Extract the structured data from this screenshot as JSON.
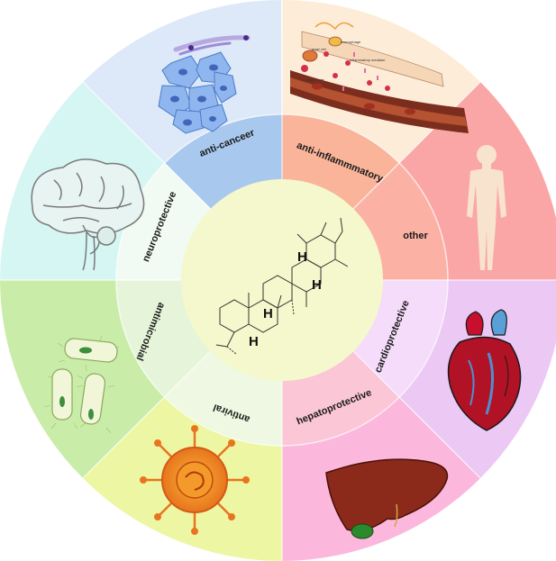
{
  "center": {
    "hydrogen_labels": [
      "H",
      "H",
      "H",
      "H"
    ]
  },
  "segments": [
    {
      "label": "anti-canceer",
      "illustration": "cancer-cells-icon"
    },
    {
      "label": "anti-inflammmatory",
      "illustration": "blood-vessel-inflammation-icon"
    },
    {
      "label": "other",
      "illustration": "human-body-icon"
    },
    {
      "label": "cardioprotective",
      "illustration": "heart-icon"
    },
    {
      "label": "hepatoprotective",
      "illustration": "liver-icon"
    },
    {
      "label": "antiviral",
      "illustration": "virus-icon"
    },
    {
      "label": "antimicrobial",
      "illustration": "bacteria-icon"
    },
    {
      "label": "neuroprotective",
      "illustration": "brain-icon"
    }
  ],
  "inflammation_labels": [
    "mast cell",
    "macrophage",
    "inflammatory mediator",
    "erythrocyte"
  ],
  "colors": {
    "center": "#f4f8cc",
    "anticancer": "#a8c8ee",
    "antiinflammatory": "#f9b49a",
    "other": "#fbb2a4",
    "cardioprotective": "#f4dcfa",
    "hepatoprotective": "#fbc6d6",
    "antiviral": "#eef8e2",
    "antimicrobial": "#e6f5d9",
    "neuroprotective": "#f1fbf3"
  }
}
